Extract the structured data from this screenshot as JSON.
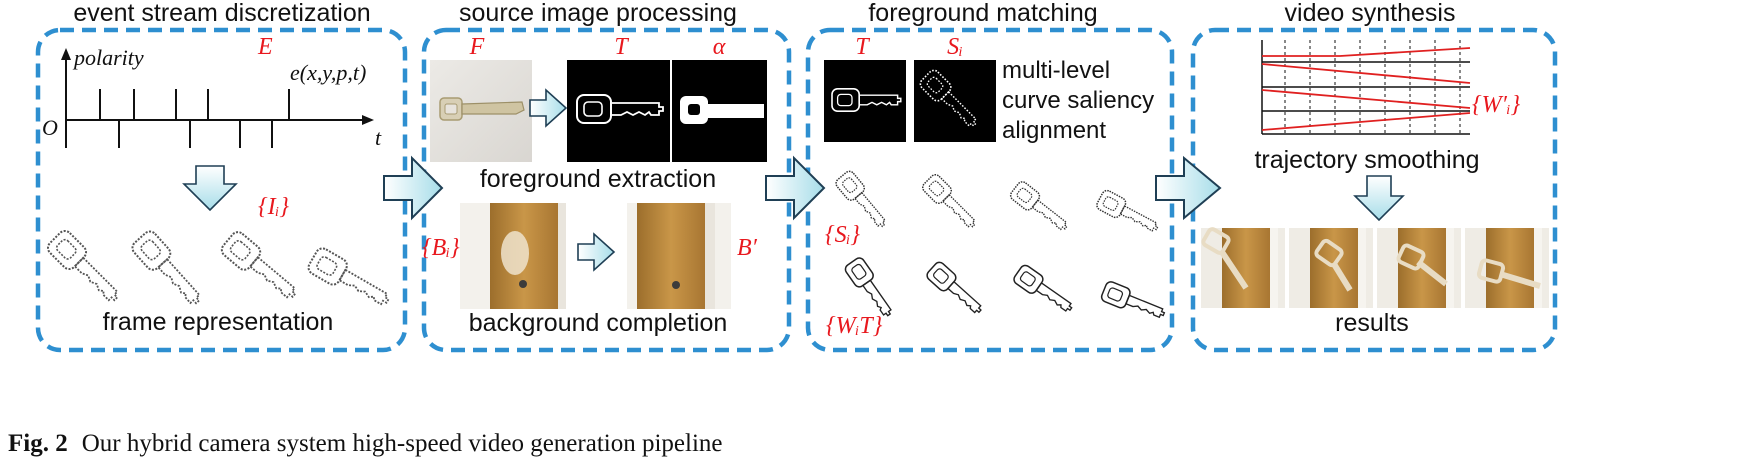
{
  "panels": [
    {
      "title": "event stream discretization",
      "bottom_label": "frame representation"
    },
    {
      "title": "source image processing",
      "mid_label": "foreground extraction",
      "bottom_label": "background completion"
    },
    {
      "title": "foreground matching",
      "side_label_lines": [
        "multi-level",
        "curve saliency",
        "alignment"
      ]
    },
    {
      "title": "video synthesis",
      "mid_label": "trajectory smoothing",
      "bottom_label": "results"
    }
  ],
  "symbols": {
    "E": "E",
    "polarity": "polarity",
    "event_formula": "e(x,y,p,t)",
    "origin": "O",
    "t": "t",
    "I_set": "{Iᵢ}",
    "F": "F",
    "T": "T",
    "alpha": "α",
    "B_set": "{Bᵢ}",
    "B_prime": "B′",
    "T2": "T",
    "S_i": "Sᵢ",
    "S_set": "{Sᵢ}",
    "WT_set": "{WᵢT}",
    "W_set": "{W′ᵢ}"
  },
  "caption": {
    "label": "Fig. 2",
    "text": "Our hybrid camera system high-speed video generation pipeline"
  },
  "colors": {
    "dashed_border": "#2e8fd0",
    "symbol_red": "#e8181e",
    "arrow_fill_top": "#ffffff",
    "arrow_fill_bottom": "#a7dde9",
    "arrow_stroke": "#1f3f55",
    "trajectory_red": "#e02020",
    "wood": "#b98a3e",
    "wall": "#f3f1ec"
  }
}
